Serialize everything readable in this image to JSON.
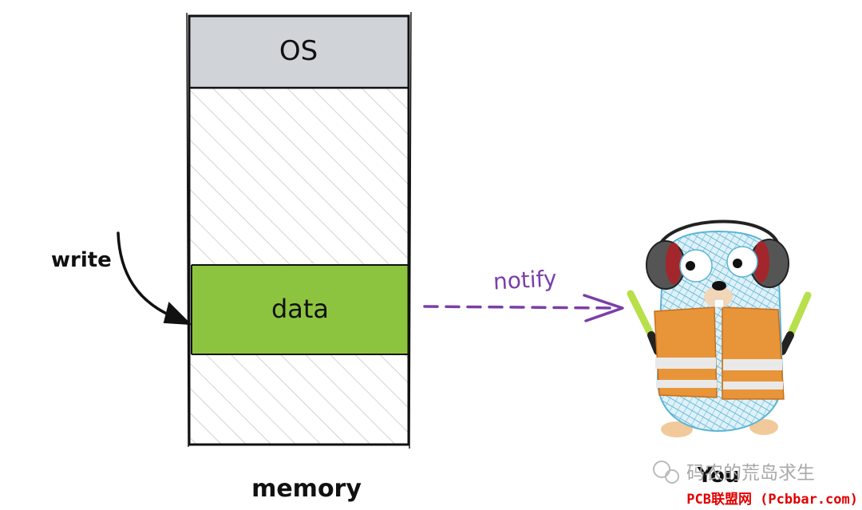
{
  "diagram": {
    "memory_label": "memory",
    "blocks": {
      "os": "OS",
      "data": "data"
    },
    "write_label": "write",
    "notify_label": "notify",
    "you_label": "You"
  },
  "watermark": {
    "text": "码农的荒岛求生"
  },
  "footer": {
    "text": "PCB联盟网 (Pcbbar.com)"
  },
  "colors": {
    "os_fill": "#d0d4d9",
    "data_fill": "#8dc43f",
    "hatch": "#c8c8c8",
    "outline": "#111111",
    "notify_arrow": "#7b3fa8",
    "gopher_body": "#5ab4d6",
    "vest": "#e8953a",
    "footer_red": "#e00000"
  }
}
